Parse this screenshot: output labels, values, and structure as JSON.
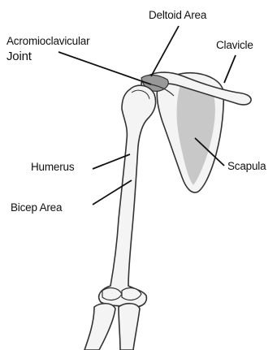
{
  "labels": {
    "deltoid": "Deltoid Area",
    "acromio_line1": "Acromioclavicular",
    "acromio_line2": "Joint",
    "clavicle": "Clavicle",
    "humerus": "Humerus",
    "scapula": "Scapula",
    "bicep": "Bicep Area"
  },
  "colors": {
    "bone_fill": "#f4f4f4",
    "bone_stroke": "#333333",
    "scapula_shade": "#c8c8c8",
    "leader_line": "#111111",
    "joint_highlight": "#999999"
  }
}
